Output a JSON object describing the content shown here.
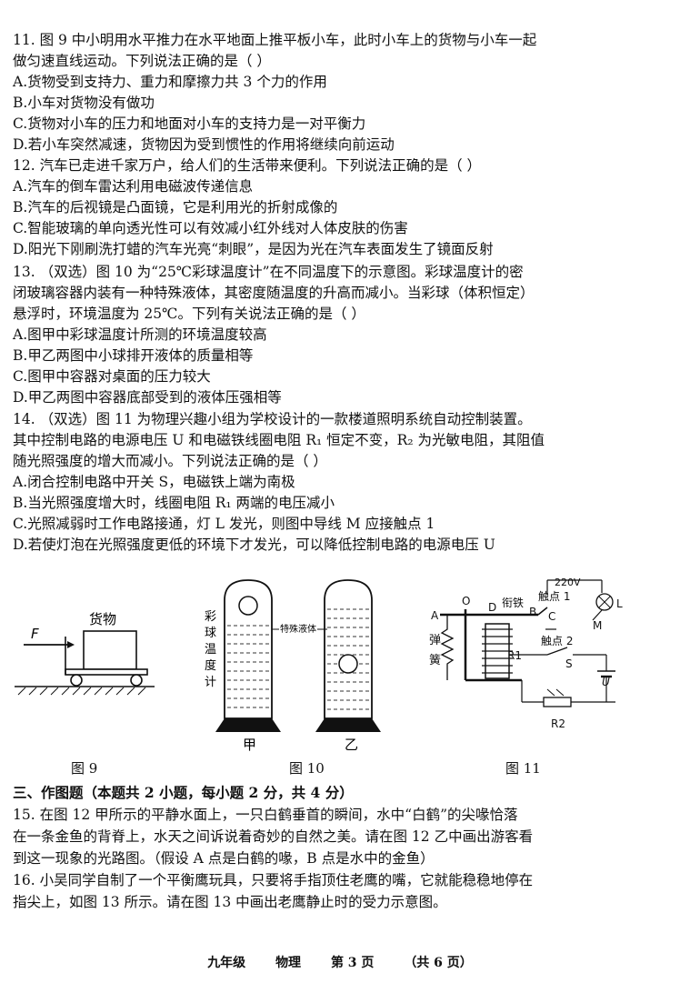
{
  "q11": {
    "stem1": "11. 图 9 中小明用水平推力在水平地面上推平板小车，此时小车上的货物与小车一起",
    "stem2": "做匀速直线运动。下列说法正确的是（        ）",
    "A": "A.货物受到支持力、重力和摩擦力共 3 个力的作用",
    "B": "B.小车对货物没有做功",
    "C": "C.货物对小车的压力和地面对小车的支持力是一对平衡力",
    "D": "D.若小车突然减速，货物因为受到惯性的作用将继续向前运动"
  },
  "q12": {
    "stem": "12. 汽车已走进千家万户，给人们的生活带来便利。下列说法正确的是（        ）",
    "A": "A.汽车的倒车雷达利用电磁波传递信息",
    "B": "B.汽车的后视镜是凸面镜，它是利用光的折射成像的",
    "C": "C.智能玻璃的单向透光性可以有效减小红外线对人体皮肤的伤害",
    "D": "D.阳光下刚刷洗打蜡的汽车光亮“刺眼”，是因为光在汽车表面发生了镜面反射"
  },
  "q13": {
    "stem1": "13. （双选）图 10 为“25℃彩球温度计”在不同温度下的示意图。彩球温度计的密",
    "stem2": "闭玻璃容器内装有一种特殊液体，其密度随温度的升高而减小。当彩球（体积恒定）",
    "stem3": "悬浮时，环境温度为 25℃。下列有关说法正确的是（        ）",
    "A": "A.图甲中彩球温度计所测的环境温度较高",
    "B": "B.甲乙两图中小球排开液体的质量相等",
    "C": "C.图甲中容器对桌面的压力较大",
    "D": "D.甲乙两图中容器底部受到的液体压强相等"
  },
  "q14": {
    "stem1": "14. （双选）图 11 为物理兴趣小组为学校设计的一款楼道照明系统自动控制装置。",
    "stem2": "其中控制电路的电源电压 U 和电磁铁线圈电阻 R₁ 恒定不变，R₂ 为光敏电阻，其阻值",
    "stem3": "随光照强度的增大而减小。下列说法正确的是（        ）",
    "A": "A.闭合控制电路中开关 S，电磁铁上端为南极",
    "B": "B.当光照强度增大时，线圈电阻 R₁ 两端的电压减小",
    "C": "C.光照减弱时工作电路接通，灯 L 发光，则图中导线 M 应接触点 1",
    "D": "D.若使灯泡在光照强度更低的环境下才发光，可以降低控制电路的电源电压 U"
  },
  "fig9": {
    "force": "F",
    "cargo": "货物",
    "caption": "图 9"
  },
  "fig10": {
    "vertical": "彩球温度计",
    "liquid": "特殊液体",
    "left": "甲",
    "right": "乙",
    "caption": "图 10"
  },
  "fig11": {
    "volt": "220V",
    "iron": "衔铁",
    "c1": "触点 1",
    "c2": "触点 2",
    "lamp": "L",
    "m": "M",
    "a": "A",
    "o": "O",
    "d": "D",
    "b": "B",
    "c": "C",
    "spring": "弹簧",
    "r1": "R1",
    "s": "S",
    "u": "U",
    "r2": "R2",
    "caption": "图 11"
  },
  "section3": {
    "title": "三、作图题（本题共 2 小题，每小题 2 分，共 4 分）",
    "q15_1": "15. 在图 12 甲所示的平静水面上，一只白鹤垂首的瞬间，水中“白鹤”的尖喙恰落",
    "q15_2": "在一条金鱼的背脊上，水天之间诉说着奇妙的自然之美。请在图 12 乙中画出游客看",
    "q15_3": "到这一现象的光路图。（假设 A 点是白鹤的喙，B 点是水中的金鱼）",
    "q16_1": "16. 小吴同学自制了一个平衡鹰玩具，只要将手指顶住老鹰的嘴，它就能稳稳地停在",
    "q16_2": "指尖上，如图 13 所示。请在图 13 中画出老鹰静止时的受力示意图。"
  },
  "footer": {
    "grade": "九年级",
    "subject": "物理",
    "page": "第 3 页",
    "total": "（共 6 页）"
  }
}
